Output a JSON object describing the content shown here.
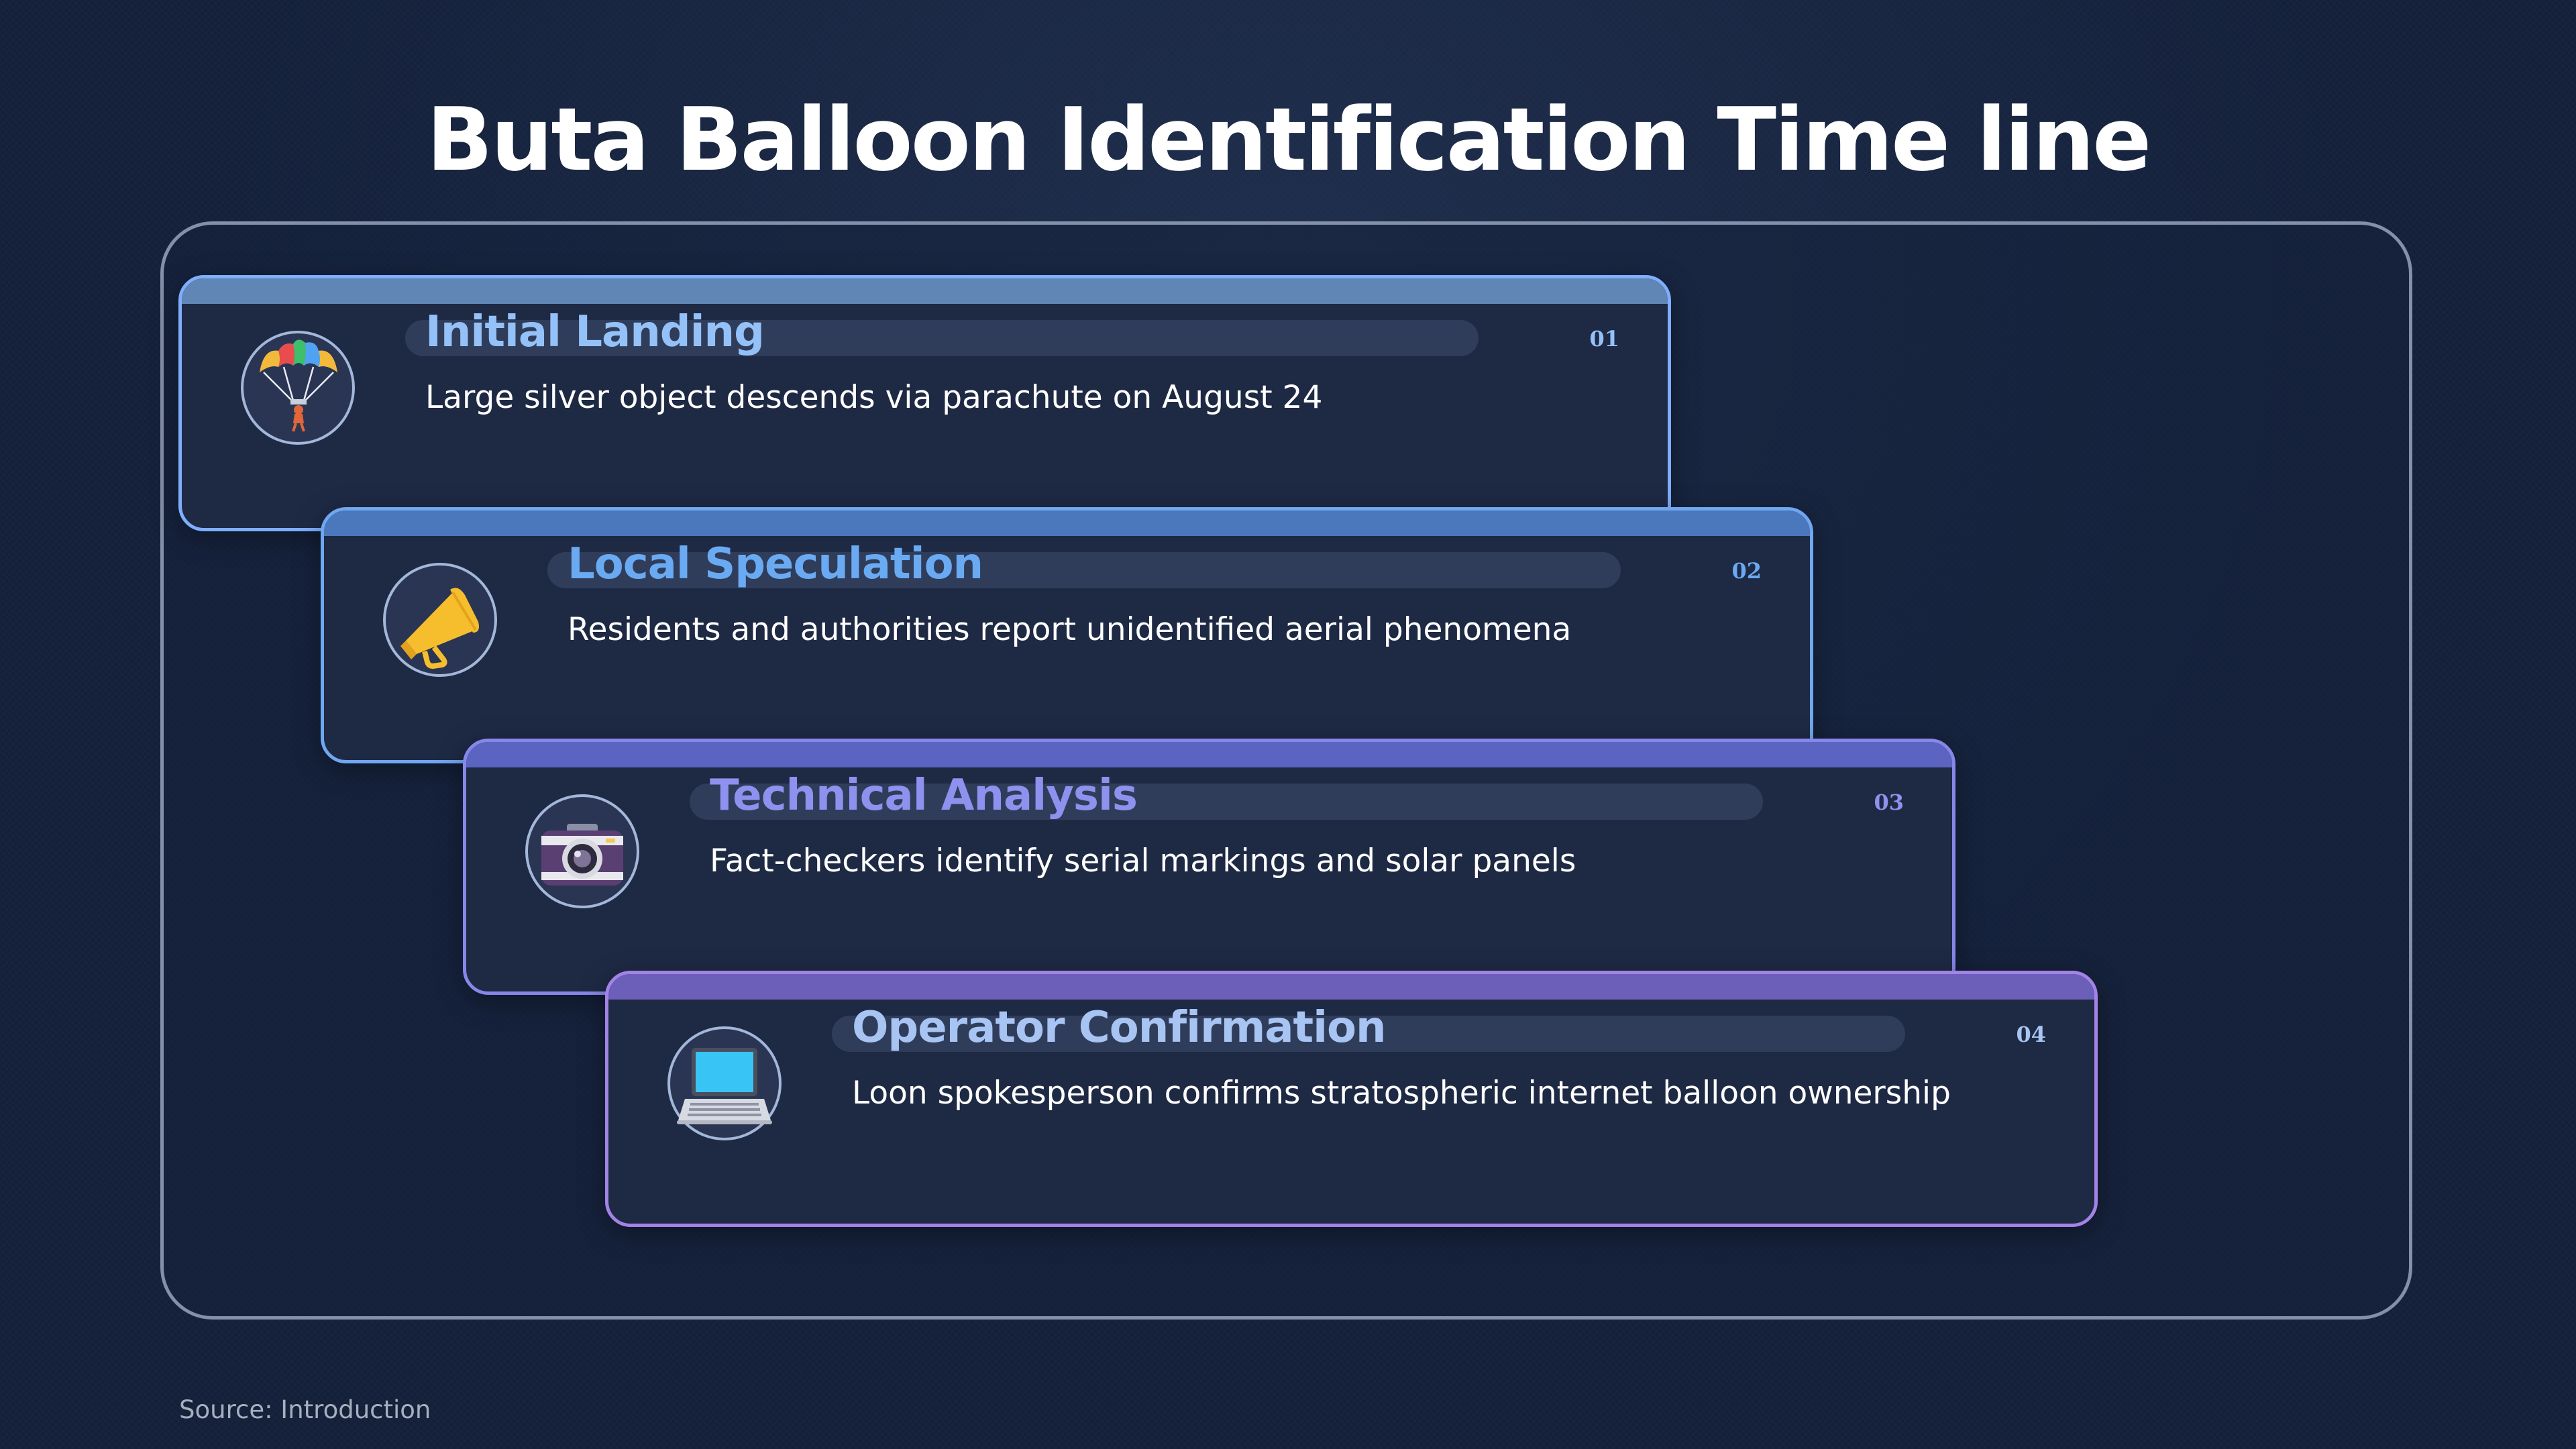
{
  "title": "Buta Balloon Identification Time line",
  "source": "Source: Introduction",
  "events": [
    {
      "number": "01",
      "title": "Initial Landing",
      "description": "Large silver object descends via parachute on August 24",
      "icon": "parachute-icon",
      "accent": "#94c2f8",
      "topbar": "#5f86b5",
      "border": "#7eaefc"
    },
    {
      "number": "02",
      "title": "Local Speculation",
      "description": "Residents and authorities report unidentified aerial phenomena",
      "icon": "megaphone-icon",
      "accent": "#6aaaf2",
      "topbar": "#4b78bc",
      "border": "#6fa7f0"
    },
    {
      "number": "03",
      "title": "Technical Analysis",
      "description": "Fact-checkers identify serial markings and solar panels",
      "icon": "camera-icon",
      "accent": "#8f91ee",
      "topbar": "#5c64c2",
      "border": "#8787ea"
    },
    {
      "number": "04",
      "title": "Operator Confirmation",
      "description": "Loon spokesperson confirms stratospheric internet balloon ownership",
      "icon": "laptop-icon",
      "accent": "#a8c4f2",
      "topbar": "#6c5fba",
      "border": "#a383e6"
    }
  ]
}
